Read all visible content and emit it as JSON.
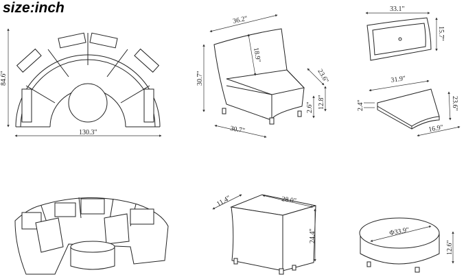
{
  "title": "size:inch",
  "sectional_top": {
    "height": "84.6\"",
    "width": "130.3\""
  },
  "armless_chair": {
    "width": "36.2\"",
    "back_height": "18.9\"",
    "height": "30.7\"",
    "depth": "23.6\"",
    "leg_height": "2.6\"",
    "seat_height": "12.8\"",
    "front_width": "30.7\""
  },
  "back_cushion": {
    "width": "33.1\"",
    "height": "15.7\""
  },
  "seat_cushion": {
    "back_width": "31.9\"",
    "depth": "23.6\"",
    "thickness": "2.4\"",
    "front_width": "16.9\""
  },
  "side_table": {
    "depth": "11.4\"",
    "width": "28.0\"",
    "height": "24.4\""
  },
  "ottoman": {
    "diameter": "Φ33.9\"",
    "height": "12.6\""
  }
}
